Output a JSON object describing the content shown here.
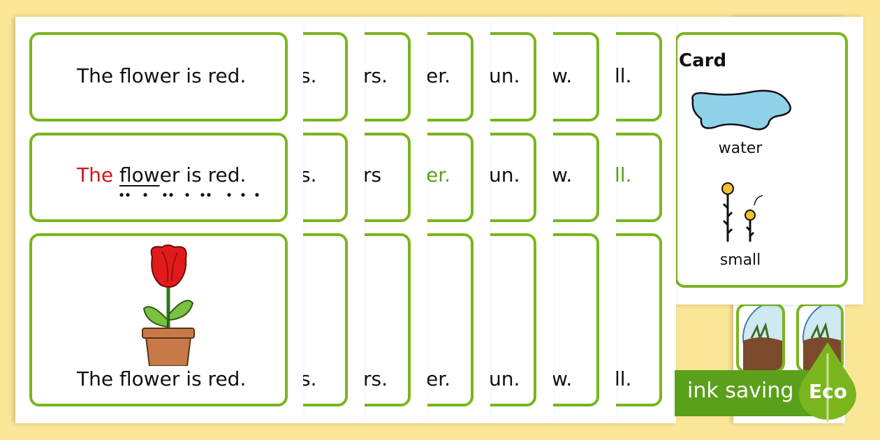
{
  "cards": {
    "front": {
      "sentence_1": "The flower is red.",
      "sentence_2_parts": [
        "The",
        "fl",
        "ow",
        "er",
        " is red."
      ],
      "sentence_3": "The flower is red."
    },
    "fragments": [
      {
        "row1": "s.",
        "row2": "s.",
        "row3": "s."
      },
      {
        "row1": "rs.",
        "row2": "rs",
        "row3": "rs."
      },
      {
        "row1": "er.",
        "row2": "er.",
        "row3": "er."
      },
      {
        "row1": "un.",
        "row2": "un.",
        "row3": "un."
      },
      {
        "row1": "w.",
        "row2": "w.",
        "row3": "w."
      },
      {
        "row1": "ll.",
        "row2": "ll.",
        "row3": "ll."
      }
    ],
    "word_card": {
      "title": "Card",
      "words": [
        "water",
        "small"
      ]
    }
  },
  "badge": {
    "band_text": "ink saving",
    "label": "Eco"
  },
  "colors": {
    "border": "#7ab51d",
    "highlight_red": "#d6141b",
    "highlight_green": "#5aa01a",
    "background": "#fbe597",
    "water": "#8fd1e9"
  }
}
